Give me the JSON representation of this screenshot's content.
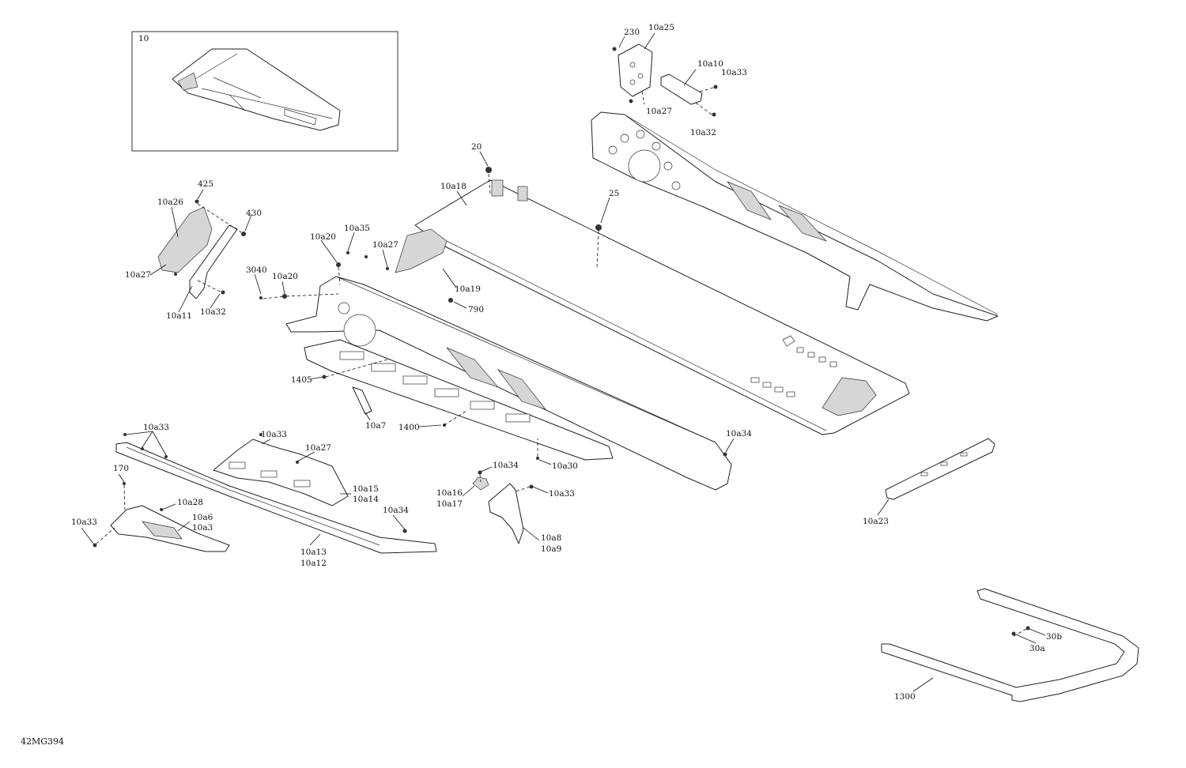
{
  "figure_id": "42MG394",
  "callouts": {
    "c10": "10",
    "c230": "230",
    "c10a25": "10a25",
    "c10a10": "10a10",
    "c10a33_top": "10a33",
    "c10a27_top": "10a27",
    "c10a32_top": "10a32",
    "c20": "20",
    "c10a18": "10a18",
    "c25": "25",
    "c425": "425",
    "c10a26": "10a26",
    "c430": "430",
    "c10a27_left": "10a27",
    "c10a11": "10a11",
    "c10a32_left": "10a32",
    "c3040": "3040",
    "c10a20_a": "10a20",
    "c10a20_b": "10a20",
    "c10a35": "10a35",
    "c10a27_mid": "10a27",
    "c10a19": "10a19",
    "c790": "790",
    "c1405": "1405",
    "c10a7": "10a7",
    "c1400": "1400",
    "c10a34_right": "10a34",
    "c10a30": "10a30",
    "c10a33_bl": "10a33",
    "c10a33_brk": "10a33",
    "c10a27_brk": "10a27",
    "c170": "170",
    "c10a15": "10a15",
    "c10a14": "10a14",
    "c10a28": "10a28",
    "c10a6": "10a6",
    "c10a3": "10a3",
    "c10a33_far": "10a33",
    "c10a34_bar": "10a34",
    "c10a13": "10a13",
    "c10a12": "10a12",
    "c10a34_ctr": "10a34",
    "c10a16": "10a16",
    "c10a17": "10a17",
    "c10a33_ctr": "10a33",
    "c10a8": "10a8",
    "c10a9": "10a9",
    "c10a23": "10a23",
    "c30b": "30b",
    "c30a": "30a",
    "c1300": "1300"
  }
}
